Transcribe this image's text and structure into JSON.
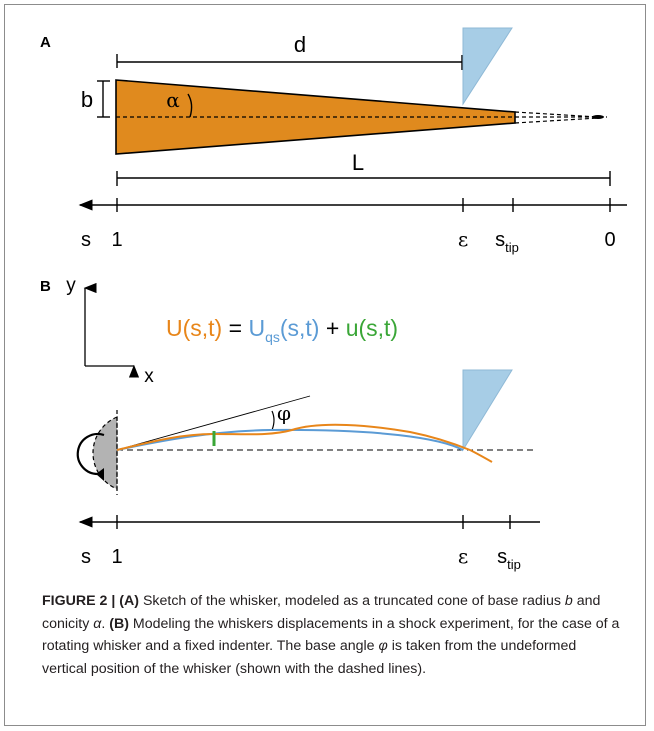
{
  "panel_a": {
    "label": "A",
    "d": "d",
    "b": "b",
    "alpha": "α",
    "L": "L",
    "axis_s": "s",
    "axis_1": "1",
    "axis_eps": "ε",
    "axis_stip_base": "s",
    "axis_stip_sub": "tip",
    "axis_0": "0"
  },
  "panel_b": {
    "label": "B",
    "y": "y",
    "x": "x",
    "phi": "φ",
    "eq_U": "U(s,t)",
    "eq_eq": " = ",
    "eq_Uqs_base": "U",
    "eq_Uqs_sub": "qs",
    "eq_Uqs_args": "(s,t)",
    "eq_plus": " + ",
    "eq_u": "u(s,t)",
    "axis_s": "s",
    "axis_1": "1",
    "axis_eps": "ε",
    "axis_stip_base": "s",
    "axis_stip_sub": "tip"
  },
  "caption": {
    "figure_label": "FIGURE 2 |",
    "a_tag": "(A)",
    "t1": " Sketch of the whisker, modeled as a truncated cone of base radius ",
    "b_var": "b",
    "t2": " and conicity ",
    "alpha_var": "α",
    "t3": ". ",
    "b_tag": "(B)",
    "t4": " Modeling the whiskers displacements in a shock experiment, for the case of a rotating whisker and a fixed indenter. The base angle ",
    "phi_var": "φ",
    "t5": " is taken from the undeformed vertical position of the whisker (shown with the dashed lines)."
  },
  "colors": {
    "whisker_fill": "#e08a1e",
    "indenter": "#a7cde6",
    "curve_orange": "#e8861a",
    "curve_blue": "#5b9bd5",
    "curve_green": "#3aa637",
    "base_gray": "#b3b3b3"
  }
}
